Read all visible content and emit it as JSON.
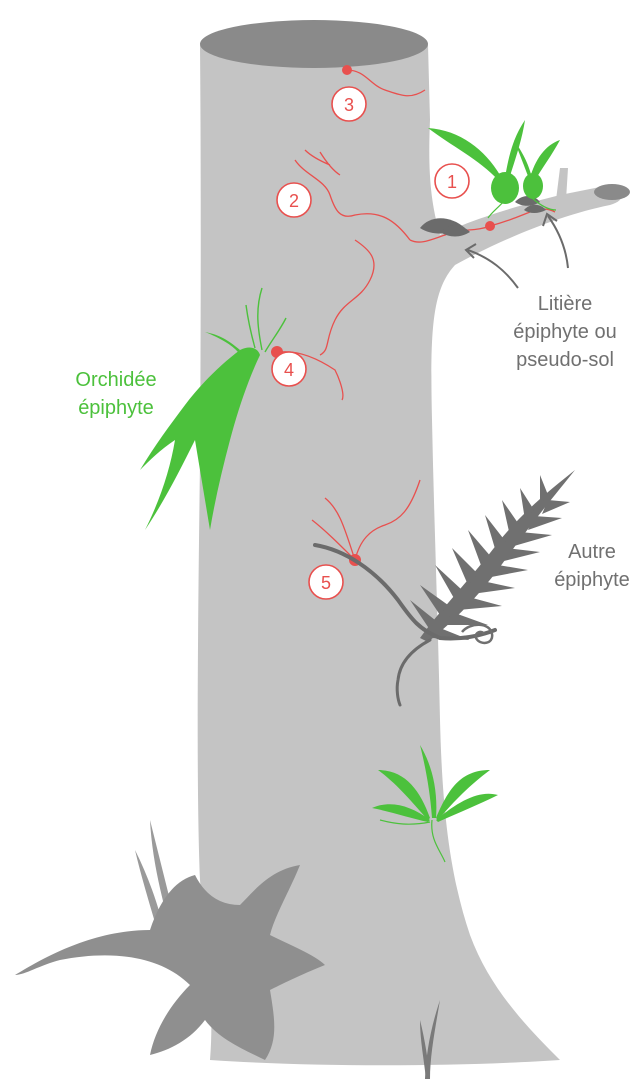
{
  "colors": {
    "trunk": "#c4c4c4",
    "trunk_top": "#8a8a8a",
    "orchid_green": "#4cc13c",
    "fungus_red": "#e8504e",
    "marker_fill": "#ffffff",
    "dark_gray": "#6b6b6b",
    "mid_gray": "#9a9a9a",
    "label_gray": "#707070"
  },
  "markers": [
    {
      "id": "1",
      "label": "1"
    },
    {
      "id": "2",
      "label": "2"
    },
    {
      "id": "3",
      "label": "3"
    },
    {
      "id": "4",
      "label": "4"
    },
    {
      "id": "5",
      "label": "5"
    }
  ],
  "labels": {
    "litter_line1": "Litière",
    "litter_line2": "épiphyte ou",
    "litter_line3": "pseudo-sol",
    "orchid_line1": "Orchidée",
    "orchid_line2": "épiphyte",
    "other_line1": "Autre",
    "other_line2": "épiphyte"
  },
  "icons": [
    "tree-trunk",
    "orchid-icon",
    "fern-icon",
    "leaf-litter-icon",
    "root-hypha-icon",
    "ground-plant-icon"
  ]
}
